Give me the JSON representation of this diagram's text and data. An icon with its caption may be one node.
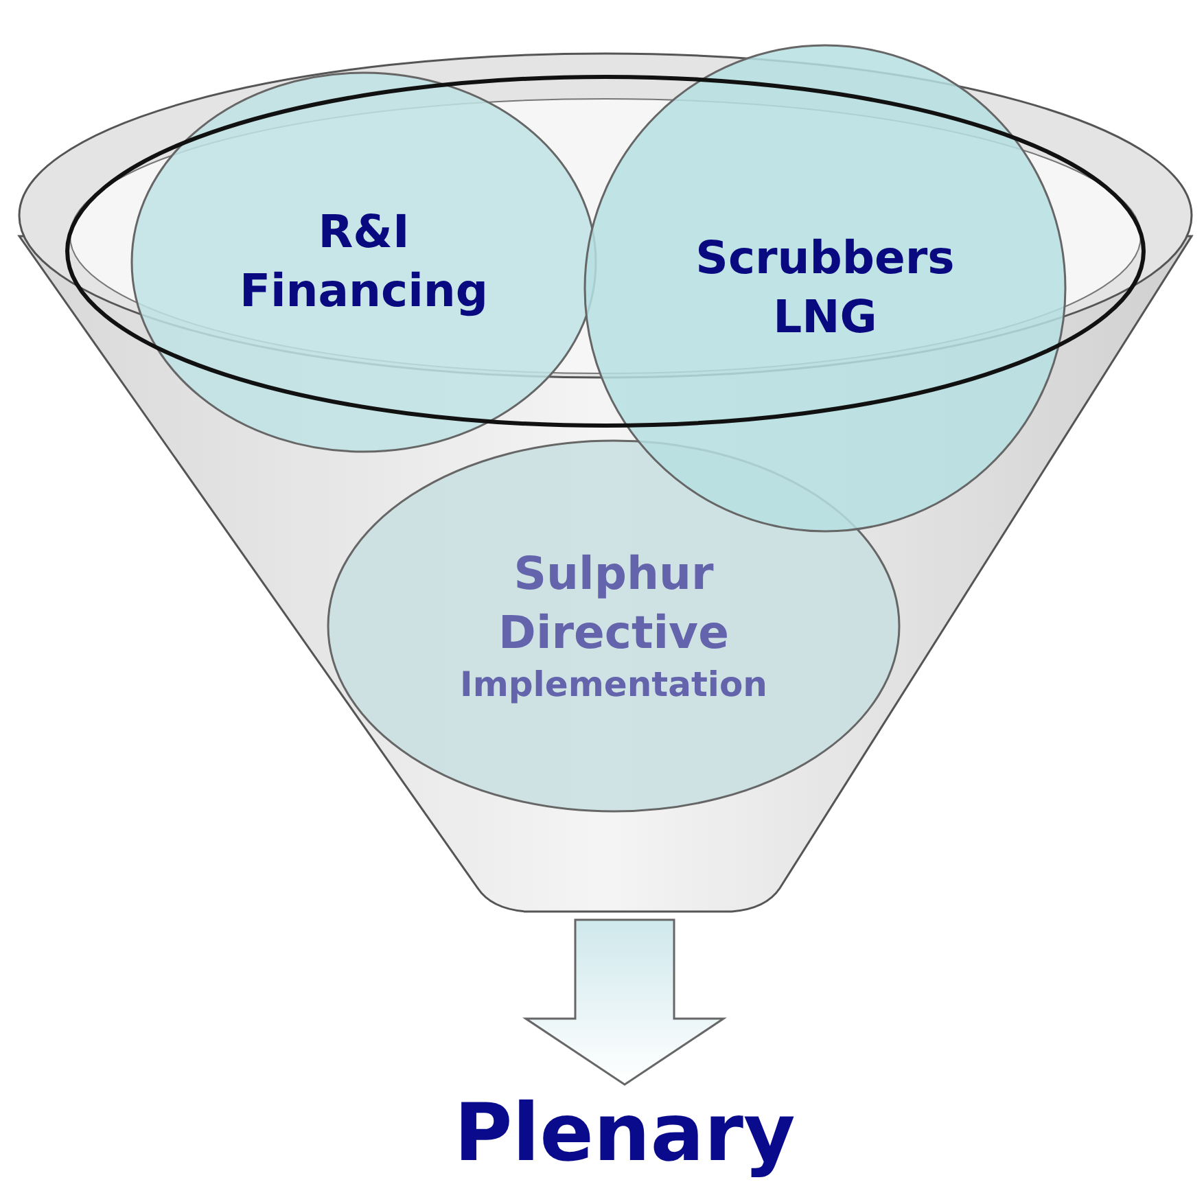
{
  "diagram": {
    "nodes": [
      {
        "text": [],
        "shape": "cone"
      },
      {
        "text": [
          "R&I Financing"
        ]
      },
      {
        "text": [
          "Scrubbers LNG"
        ]
      },
      {
        "text": [
          "Sulphur Directive",
          "Implementation"
        ],
        "in": 0
      },
      {
        "text": [
          "Plenary"
        ]
      }
    ],
    "edges": [
      {
        "from": 0,
        "to": 4,
        "arrow": "to",
        "style": "thick"
      }
    ]
  }
}
